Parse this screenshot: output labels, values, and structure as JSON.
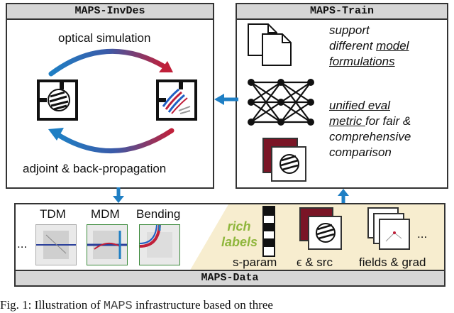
{
  "invdes": {
    "title": "MAPS-InvDes",
    "top_label": "optical simulation",
    "bottom_label": "adjoint & back-propagation"
  },
  "train": {
    "title": "MAPS-Train",
    "text1_line1": "support",
    "text1_line2_prefix": "different ",
    "text1_line2_ul": "model",
    "text1_line3": "formulations",
    "text2_line1": "unified eval",
    "text2_line2_ul": "metric ",
    "text2_line2_rest": "for fair &",
    "text2_line3": "comprehensive",
    "text2_line4": "comparison"
  },
  "data": {
    "title": "MAPS-Data",
    "ellipsis_left": "...",
    "device_tdm": "TDM",
    "device_mdm": "MDM",
    "device_bending": "Bending",
    "rich_line1": "rich",
    "rich_line2": "labels",
    "label_sparam": "s-param",
    "label_eps": "ϵ & src",
    "label_fields": "fields & grad",
    "ellipsis_right": "..."
  },
  "caption": {
    "prefix": "Fig.  1:  Illustration  of  ",
    "mono": "MAPS",
    "suffix": "  infrastructure  based  on  three"
  },
  "colors": {
    "arrow_blue": "#1f7fc4",
    "rich_labels": "#8fb63c",
    "maroon": "#7a1526",
    "panel_header": "#d6d6d6"
  }
}
